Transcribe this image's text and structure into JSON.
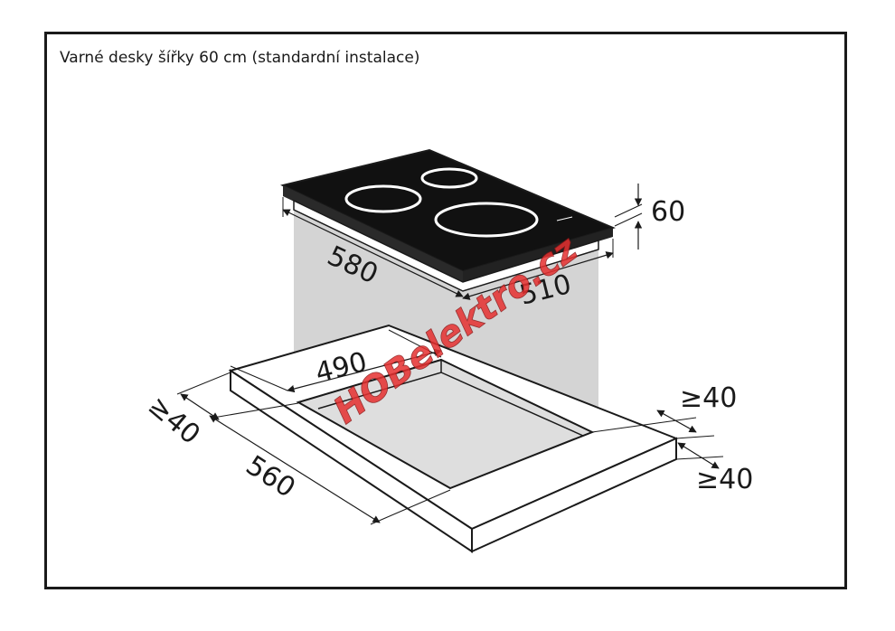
{
  "caption": "Varné desky šířky 60 cm (standardní instalace)",
  "dimensions": {
    "height": "60",
    "depth": "580",
    "width_hob": "510",
    "cutout_depth": "490",
    "cutout_width": "560",
    "clearance_left": "≥40",
    "clearance_right_top": "≥40",
    "clearance_right_bottom": "≥40"
  },
  "watermark": "HOBelektro.cz",
  "colors": {
    "hob": "#111111",
    "zone_ring": "#ffffff",
    "cabinet": "#d4d4d4",
    "outline": "#1a1a1a",
    "watermark": "#e63030"
  }
}
